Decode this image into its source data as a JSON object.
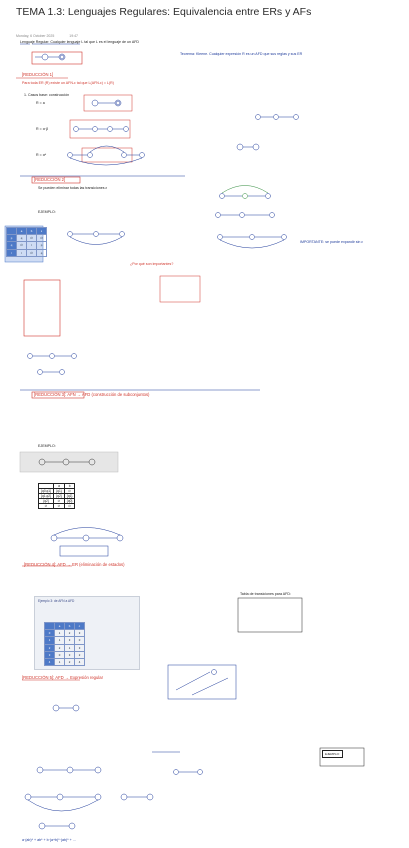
{
  "page": {
    "title": "TEMA 1.3: Lenguajes Regulares: Equivalencia entre ERs y AFs",
    "date": "Monday, 6 October 2025",
    "time": "19:47"
  },
  "notes": {
    "intro": "Lenguaje Regular: Cualquier lenguaje L tal que L es el lenguaje de un AFD",
    "teorema": "Teorema: Kleene. Cualquier expresión R es un AFD que sus reglas y sus ER",
    "reduccion1": "[REDUCCIÓN 1]",
    "red1_desc": "Para toda ER (R) existe un AFN-ε tal que L(AFN-ε) = L(R)",
    "casos_base": "1. Casos base: construcción",
    "caso_a": "R = a",
    "caso_b": "R = α·β",
    "caso_c": "R = α*",
    "reduccion2": "[REDUCCIÓN 2]",
    "red2_desc": "Se pueden eliminar todas las transiciones ε",
    "ejemplo": "EJEMPLO:",
    "red3": "[REDUCCIÓN 3]: AFN → AFD (construcción de subconjuntos)",
    "red4": "[REDUCCIÓN 4]: AFD → ER (eliminación de estados)",
    "red5": "[REDUCCIÓN 5]: AFD → Expresión regular",
    "tabla_afd": "Tabla de transiciones para AFD:",
    "pregunta": "¿Por qué son importantes?",
    "importante": "IMPORTANTE: se puede expandir sin ε",
    "ejemplo_panel": "Ejemplo 3: de AFN a AFD",
    "final_expr": "a·(ab)* + ab* + b·(a+b)*·(ab)* + ..."
  },
  "tables": {
    "afd_rows": [
      [
        "{q0,q1}",
        "{q1}",
        "∅"
      ],
      [
        "{q1,q2}",
        "{q2}",
        "{q1}"
      ],
      [
        "{q2}",
        "∅",
        "{q0}"
      ],
      [
        "∅",
        "∅",
        "∅"
      ]
    ],
    "header": [
      "",
      "a",
      "b"
    ]
  },
  "colors": {
    "ink_blue": "#1d3a9a",
    "ink_red": "#d0362c",
    "highlight": "#f3d34a"
  }
}
